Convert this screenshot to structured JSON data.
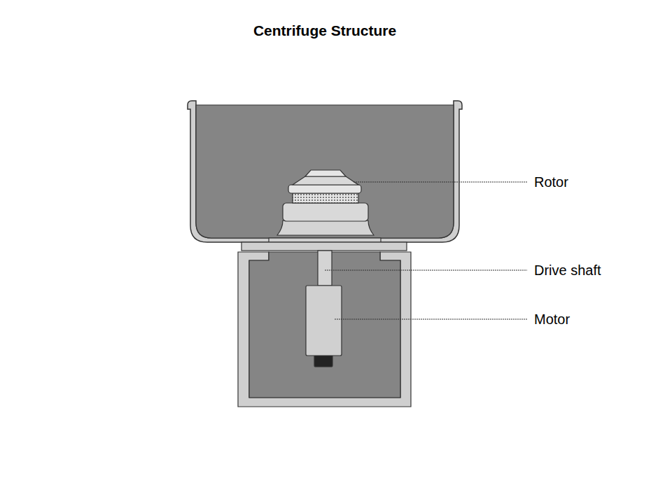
{
  "diagram": {
    "title": "Centrifuge Structure",
    "labels": [
      "Rotor",
      "Drive shaft",
      "Motor"
    ]
  }
}
